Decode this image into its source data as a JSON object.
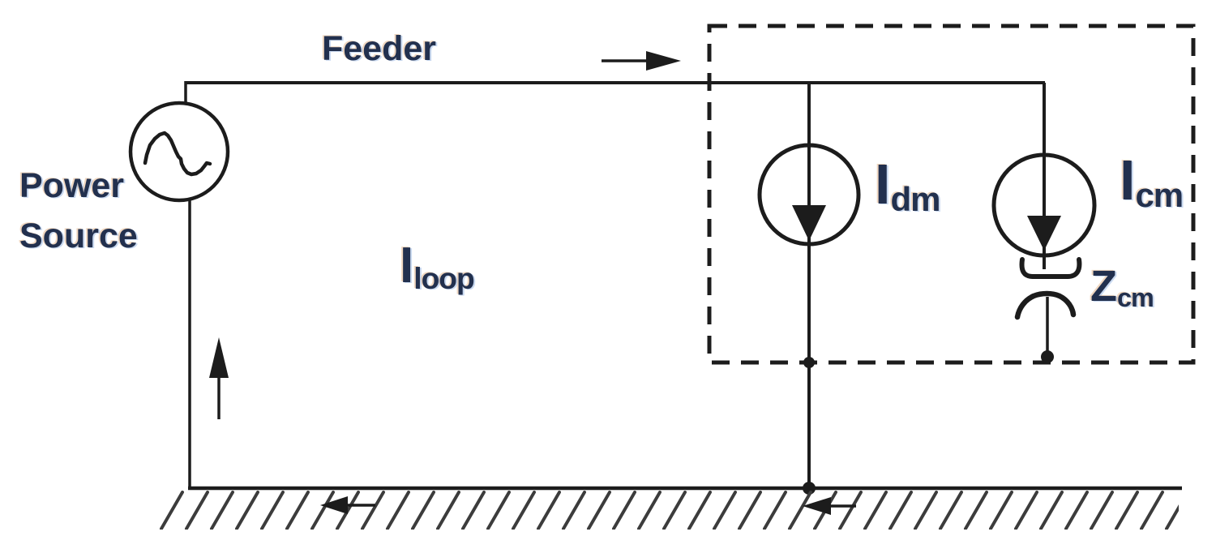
{
  "diagram": {
    "type": "circuit-schematic",
    "labels": {
      "power_source": {
        "line1": "Power",
        "line2": "Source"
      },
      "feeder": "Feeder",
      "loop_current": {
        "main": "I",
        "sub": "loop"
      },
      "dm_current": {
        "main": "I",
        "sub": "dm"
      },
      "cm_current": {
        "main": "I",
        "sub": "cm"
      },
      "cm_impedance": {
        "main": "Z",
        "sub": "cm"
      }
    },
    "symbols": [
      "ac-source-icon",
      "current-source-dm-icon",
      "current-source-cm-icon",
      "impedance-cm-icon",
      "ground-plane-hatching-icon",
      "dashed-enclosure-box",
      "direction-arrows"
    ],
    "colors": {
      "wire": "#1c1c1c",
      "text": "#22304e",
      "hatch": "#3c3c3c",
      "background": "#ffffff"
    }
  }
}
